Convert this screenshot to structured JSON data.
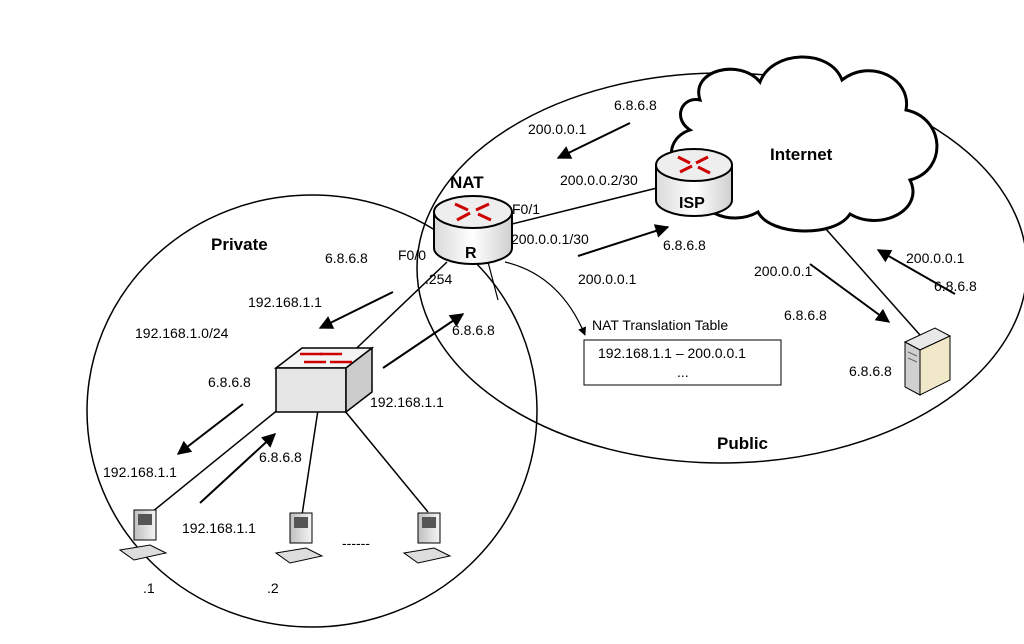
{
  "zones": {
    "private": "Private",
    "public": "Public",
    "internet": "Internet"
  },
  "devices": {
    "nat_label": "NAT",
    "router_letter": "R",
    "isp_label": "ISP"
  },
  "interfaces": {
    "f0_0": "F0/0",
    "f0_1": "F0/1",
    "router_private_ip": ".254",
    "router_public_ip": "200.0.0.1/30",
    "isp_ip": "200.0.0.2/30"
  },
  "network": {
    "private_subnet": "192.168.1.0/24"
  },
  "hosts": {
    "pc1": ".1",
    "pc2": ".2",
    "ellipsis": "------"
  },
  "flows": {
    "router_to_switch_dst": "6.8.6.8",
    "router_to_switch_src": "192.168.1.1",
    "switch_to_router_dst": "6.8.6.8",
    "switch_to_router_src": "192.168.1.1",
    "switch_to_pc_src": "6.8.6.8",
    "switch_to_pc_dst": "192.168.1.1",
    "pc_to_switch_dst": "6.8.6.8",
    "pc_to_switch_src": "192.168.1.1",
    "isp_to_router_src": "6.8.6.8",
    "isp_to_router_dst": "200.0.0.1",
    "router_to_isp_dst": "6.8.6.8",
    "router_to_isp_src": "200.0.0.1",
    "isp_to_server_src": "200.0.0.1",
    "isp_to_server_dst": "6.8.6.8",
    "server_to_isp_dst": "200.0.0.1",
    "server_to_isp_src": "6.8.6.8",
    "server_ip": "6.8.6.8"
  },
  "nat_table": {
    "title": "NAT Translation Table",
    "row1": "192.168.1.1 – 200.0.0.1",
    "row2": "..."
  },
  "colors": {
    "router_arrows": "#cc0000",
    "line": "#000000",
    "device_body": "#f2f2f2"
  }
}
